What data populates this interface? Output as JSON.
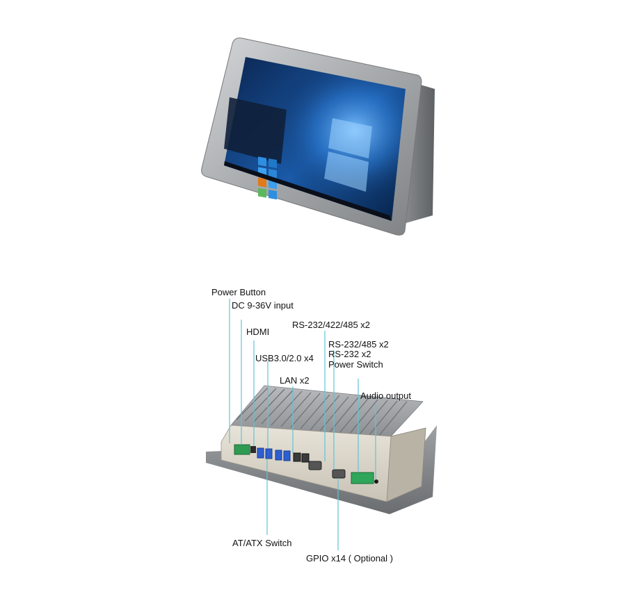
{
  "labels": {
    "power_button": "Power Button",
    "dc_input": "DC 9-36V input",
    "hdmi": "HDMI",
    "usb": "USB3.0/2.0 x4",
    "lan": "LAN x2",
    "rs232_422_485": "RS-232/422/485 x2",
    "rs232_485": "RS-232/485 x2",
    "rs232": "RS-232 x2",
    "power_switch": "Power Switch",
    "audio_output": "Audio output",
    "at_atx_switch": "AT/ATX Switch",
    "gpio": "GPIO x14 ( Optional )"
  },
  "colors": {
    "leader_line": "#5fc4d6",
    "bezel": "#a9acaf",
    "screen_bg": "#0a2a5a",
    "metal": "#9b9da0"
  }
}
